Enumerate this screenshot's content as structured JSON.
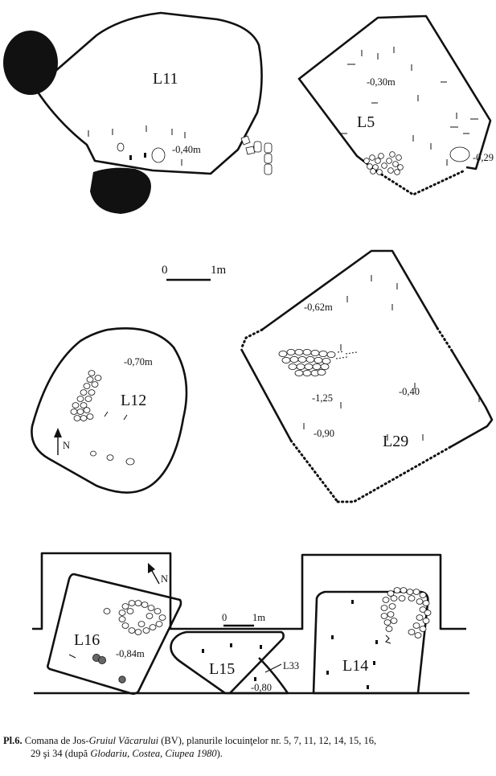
{
  "figure": {
    "labels": {
      "L11": "L11",
      "L5": "L5",
      "L12": "L12",
      "L29": "L29",
      "L16": "L16",
      "L15": "L15",
      "L33": "L33",
      "L14": "L14"
    },
    "depths": {
      "l11": "-0,40m",
      "l5_top": "-0,30m",
      "l5_right": "-0,29",
      "l12": "-0,70m",
      "l29_top": "-0,62m",
      "l29_mid": "-1,25",
      "l29_right": "-0,40",
      "l29_low": "-0,90",
      "l16": "-0,84m",
      "l33": "-0,80"
    },
    "scale_top": {
      "zero": "0",
      "unit": "1m"
    },
    "scale_bottom": {
      "zero": "0",
      "unit": "1m"
    },
    "north_l12": "N",
    "north_bottom": "N"
  },
  "caption": {
    "plate_no": "Pl.6.",
    "t1": " Comana de Jos-",
    "site": "Gruiul Văcarului",
    "t2": " (BV), planurile locuinţelor nr. 5, 7, 11, 12, 14, 15, 16,",
    "t3": "29 şi 34 (după ",
    "source": "Glodariu, Costea, Ciupea 1980",
    "t4": ")."
  }
}
